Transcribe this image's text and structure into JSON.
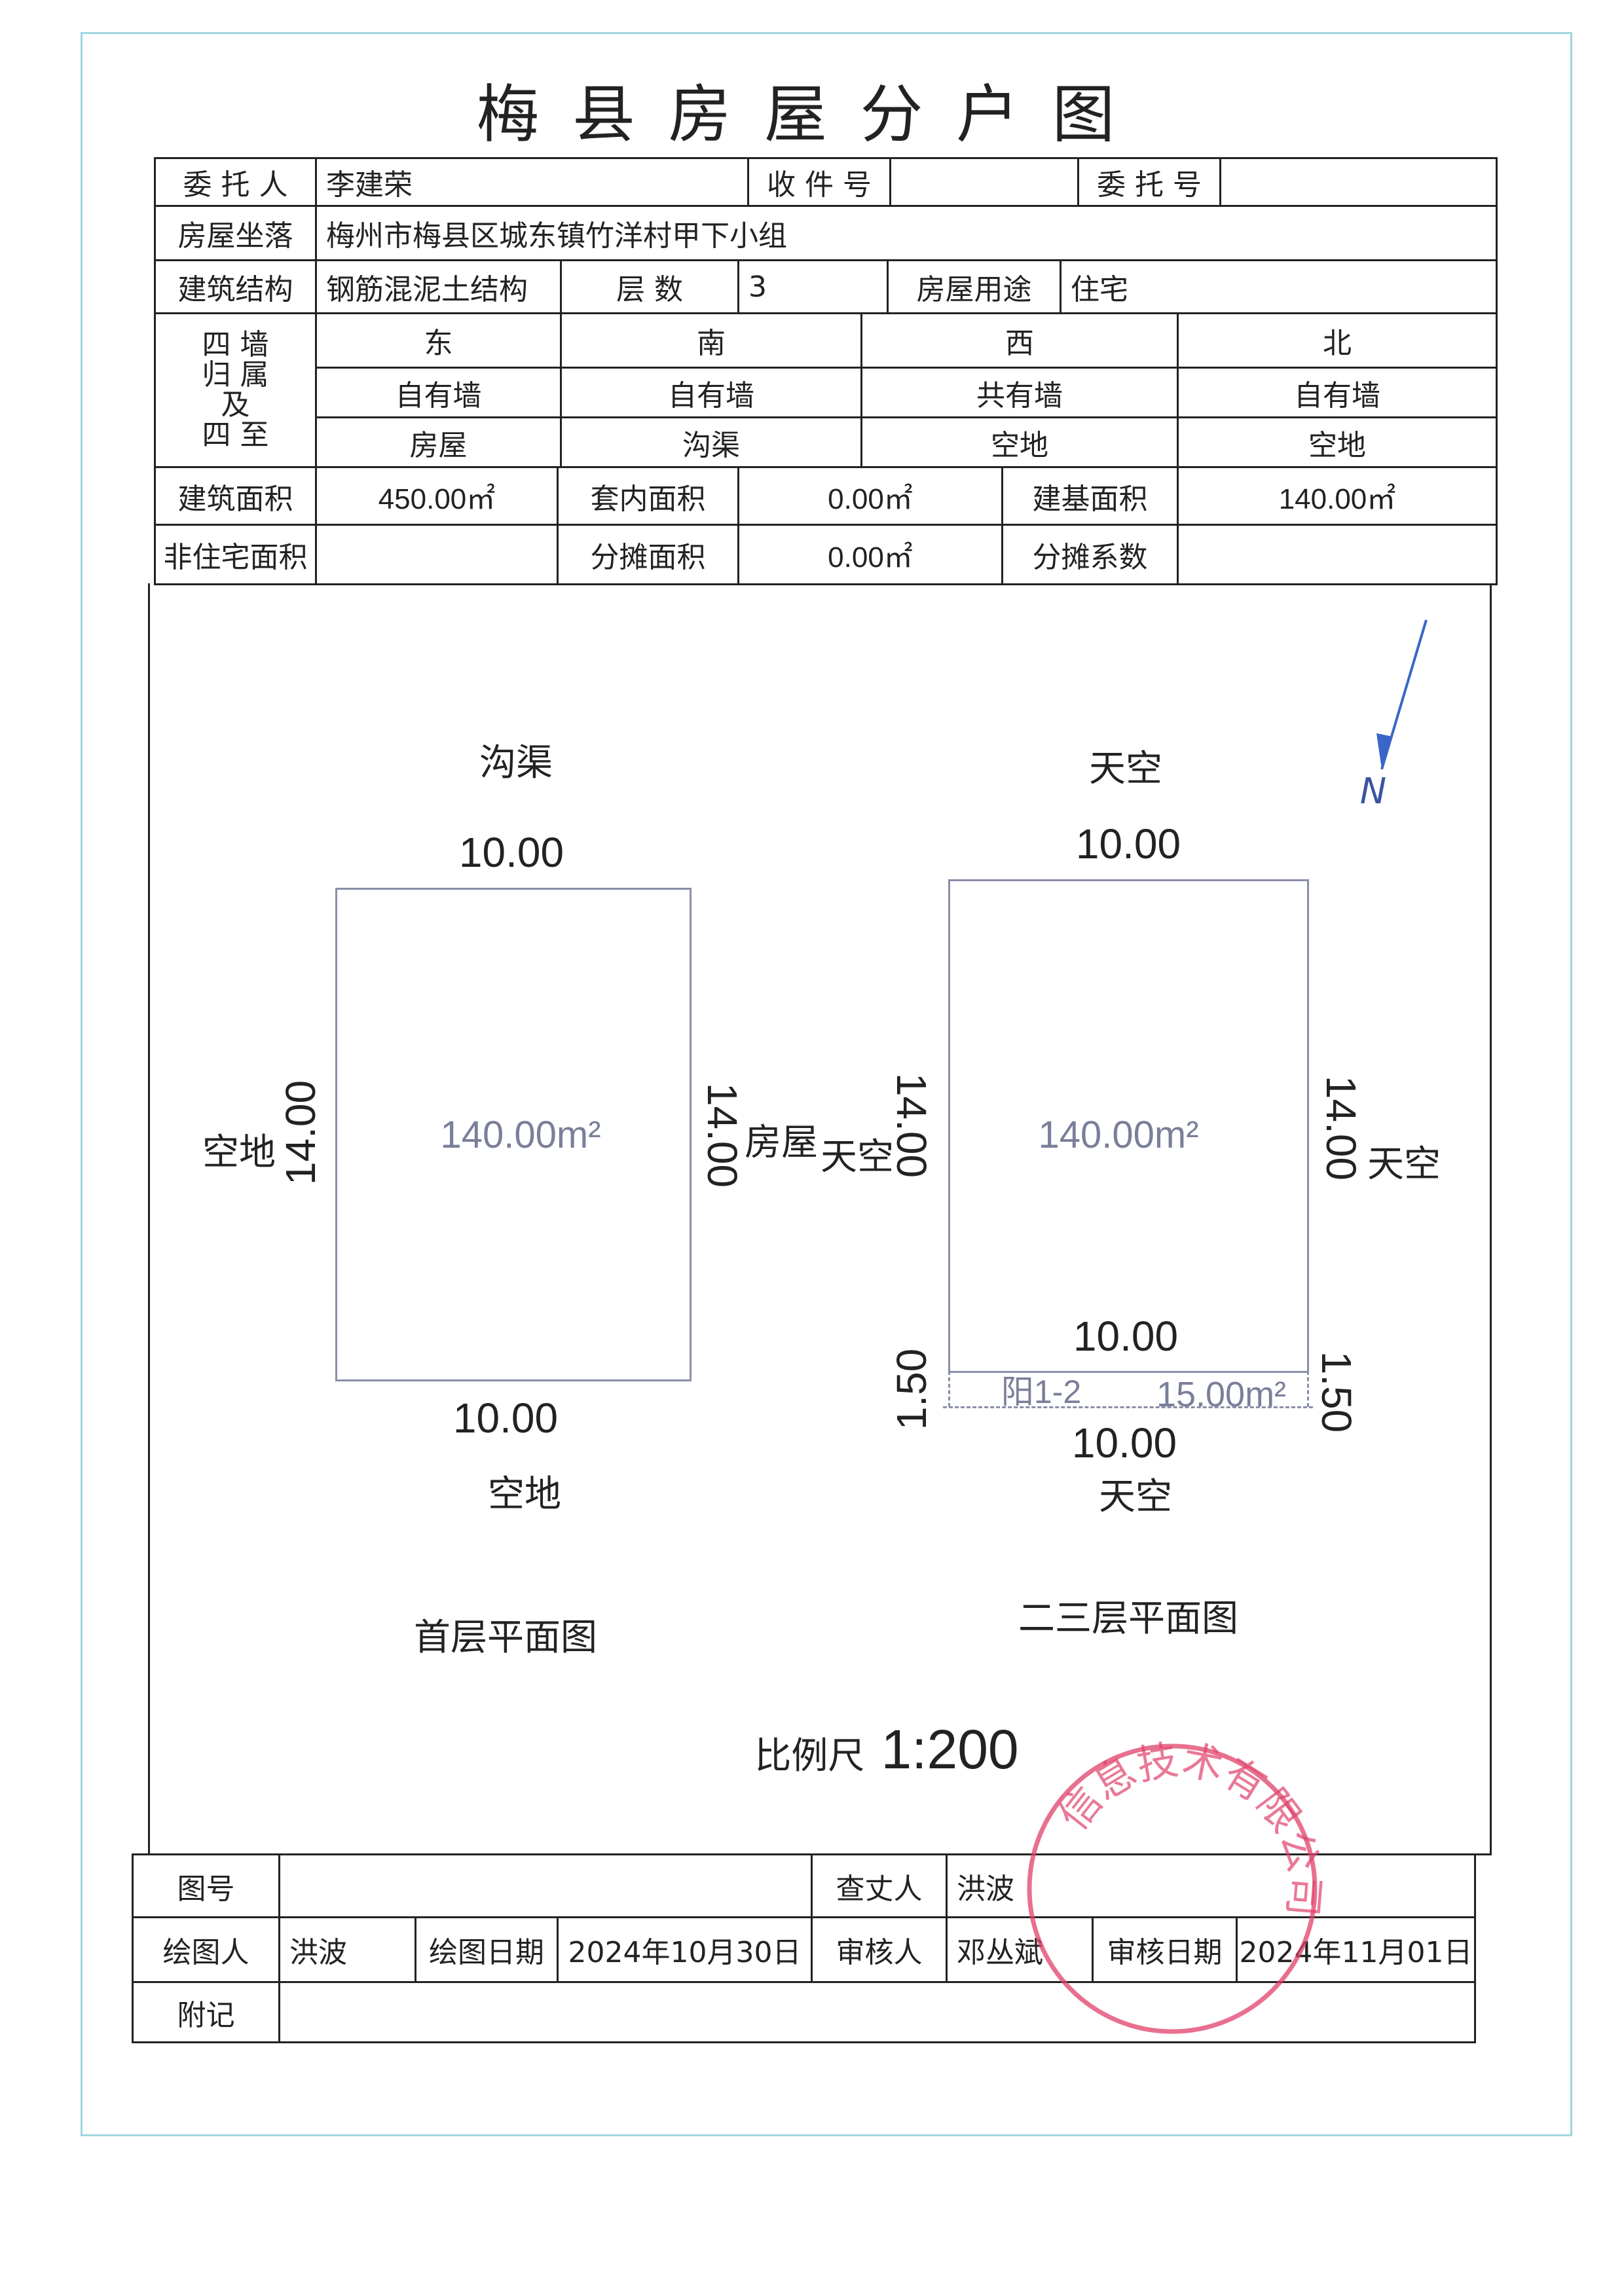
{
  "title": "梅 县 房 屋 分 户 图",
  "header": {
    "entrust_person_label": "委 托 人",
    "entrust_person": "李建荣",
    "receipt_no_label": "收 件 号",
    "receipt_no": "",
    "entrust_no_label": "委 托 号",
    "entrust_no": "",
    "location_label": "房屋坐落",
    "location": "梅州市梅县区城东镇竹洋村甲下小组",
    "structure_label": "建筑结构",
    "structure": "钢筋混泥土结构",
    "floors_label": "层 数",
    "floors": "3",
    "usage_label": "房屋用途",
    "usage": "住宅",
    "four_walls_label": [
      "四 墙",
      "归 属",
      "及",
      "四 至"
    ],
    "four_walls": [
      {
        "dir": "东",
        "wall": "自有墙",
        "adjacent": "房屋"
      },
      {
        "dir": "南",
        "wall": "自有墙",
        "adjacent": "沟渠"
      },
      {
        "dir": "西",
        "wall": "共有墙",
        "adjacent": "空地"
      },
      {
        "dir": "北",
        "wall": "自有墙",
        "adjacent": "空地"
      }
    ],
    "building_area_label": "建筑面积",
    "building_area": "450.00㎡",
    "inner_area_label": "套内面积",
    "inner_area": "0.00㎡",
    "base_area_label": "建基面积",
    "base_area": "140.00㎡",
    "non_residential_label": "非住宅面积",
    "non_residential": "",
    "shared_area_label": "分摊面积",
    "shared_area": "0.00㎡",
    "shared_coef_label": "分摊系数",
    "shared_coef": ""
  },
  "plan1": {
    "north": "沟渠",
    "top_dim": "10.00",
    "west": "空地",
    "left_dim": "14.00",
    "area": "140.00m²",
    "right_dim": "14.00",
    "east": "房屋",
    "bottom_dim": "10.00",
    "south": "空地",
    "caption": "首层平面图"
  },
  "plan2": {
    "north": "天空",
    "top_dim": "10.00",
    "west": "天空",
    "left_dim": "14.00",
    "area": "140.00m²",
    "right_dim": "14.00",
    "east": "天空",
    "inner_dim": "10.00",
    "balcony_left_dim": "1.50",
    "balcony_right_dim": "1.50",
    "balcony_label": "阳1-2",
    "balcony_area": "15.00m²",
    "bottom_dim": "10.00",
    "south": "天空",
    "caption": "二三层平面图"
  },
  "north_arrow": "N",
  "scale_label": "比例尺",
  "scale": "1:200",
  "footer": {
    "map_no_label": "图号",
    "map_no": "",
    "surveyor_label": "查丈人",
    "surveyor": "洪波",
    "drafter_label": "绘图人",
    "drafter": "洪波",
    "draw_date_label": "绘图日期",
    "draw_date": "2024年10月30日",
    "reviewer_label": "审核人",
    "reviewer": "邓丛斌",
    "review_date_label": "审核日期",
    "review_date": "2024年11月01日",
    "note_label": "附记",
    "note": ""
  },
  "stamp": {
    "text": "信息技术有限公司",
    "color": "#e0406a"
  },
  "colors": {
    "border_outer": "#9fd6e0",
    "drawing_lines": "#8a8ea8",
    "arrow": "#3a66c8"
  }
}
